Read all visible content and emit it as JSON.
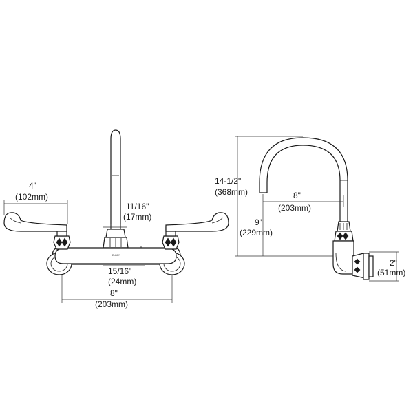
{
  "front_view": {
    "handle_reach": {
      "inch": "4\"",
      "mm": "(102mm)"
    },
    "spout_diameter": {
      "inch": "11/16\"",
      "mm": "(17mm)"
    },
    "inlet_diameter": {
      "inch": "15/16\"",
      "mm": "(24mm)"
    },
    "center_spacing": {
      "inch": "8\"",
      "mm": "(203mm)"
    },
    "brand_mark": "ELKAY"
  },
  "side_view": {
    "overall_height": {
      "inch": "14-1/2\"",
      "mm": "(368mm)"
    },
    "spout_reach": {
      "inch": "8\"",
      "mm": "(203mm)"
    },
    "spout_clearance": {
      "inch": "9\"",
      "mm": "(229mm)"
    },
    "inlet_height": {
      "inch": "2\"",
      "mm": "(51mm)"
    }
  }
}
